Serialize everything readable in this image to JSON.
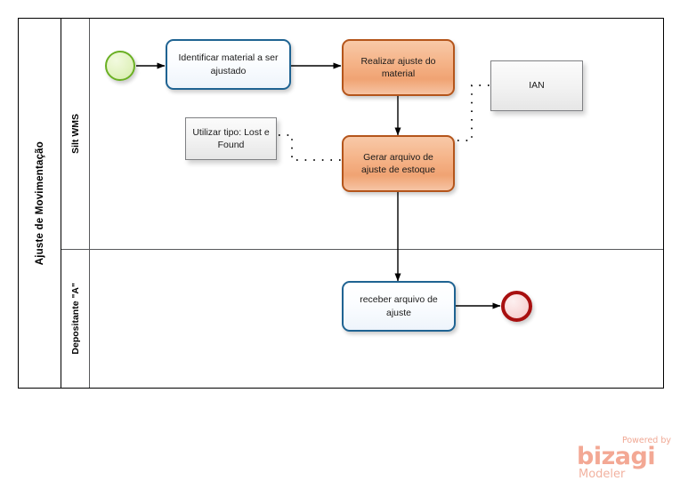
{
  "diagram": {
    "title": "Ajuste de Movimentação",
    "pool_label": "Ajuste de Movimentação",
    "lanes": [
      {
        "id": "lane-silt-wms",
        "label": "Silt WMS"
      },
      {
        "id": "lane-depositante-a",
        "label": "Depositante \"A\""
      }
    ],
    "events": [
      {
        "id": "start-event",
        "type": "start",
        "label": "",
        "lane": "Silt WMS"
      },
      {
        "id": "end-event",
        "type": "end",
        "label": "",
        "lane": "Depositante \"A\""
      }
    ],
    "tasks": [
      {
        "id": "task-identificar",
        "label": "Identificar material a ser ajustado",
        "style": "blue",
        "lane": "Silt WMS"
      },
      {
        "id": "task-realizar",
        "label": "Realizar ajuste do material",
        "style": "orange",
        "lane": "Silt WMS"
      },
      {
        "id": "task-gerar",
        "label": "Gerar arquivo de ajuste de estoque",
        "style": "orange",
        "lane": "Silt WMS"
      },
      {
        "id": "task-receber",
        "label": "receber arquivo de ajuste",
        "style": "blue",
        "lane": "Depositante \"A\""
      }
    ],
    "annotations": [
      {
        "id": "annotation-ian",
        "label": "IAN",
        "attached_to": "task-realizar"
      },
      {
        "id": "annotation-lost-found",
        "label": "Utilizar tipo: Lost e Found",
        "attached_to": "task-gerar"
      }
    ],
    "flows": [
      {
        "from": "start-event",
        "to": "task-identificar",
        "type": "sequence"
      },
      {
        "from": "task-identificar",
        "to": "task-realizar",
        "type": "sequence"
      },
      {
        "from": "task-realizar",
        "to": "task-gerar",
        "type": "sequence"
      },
      {
        "from": "task-gerar",
        "to": "task-receber",
        "type": "sequence"
      },
      {
        "from": "task-receber",
        "to": "end-event",
        "type": "sequence"
      },
      {
        "from": "task-realizar",
        "to": "annotation-ian",
        "type": "association"
      },
      {
        "from": "annotation-lost-found",
        "to": "task-gerar",
        "type": "association"
      }
    ]
  },
  "watermark": {
    "powered_by": "Powered by",
    "brand": "bizagi",
    "product": "Modeler"
  },
  "colors": {
    "task_blue_border": "#1f6392",
    "task_orange_border": "#b4551b",
    "task_orange_fill": "#f5b489",
    "start_event_border": "#6ab023",
    "end_event_border": "#a81010",
    "annotation_border": "#7f8083",
    "frame": "#000000",
    "watermark": "#f3a894"
  }
}
